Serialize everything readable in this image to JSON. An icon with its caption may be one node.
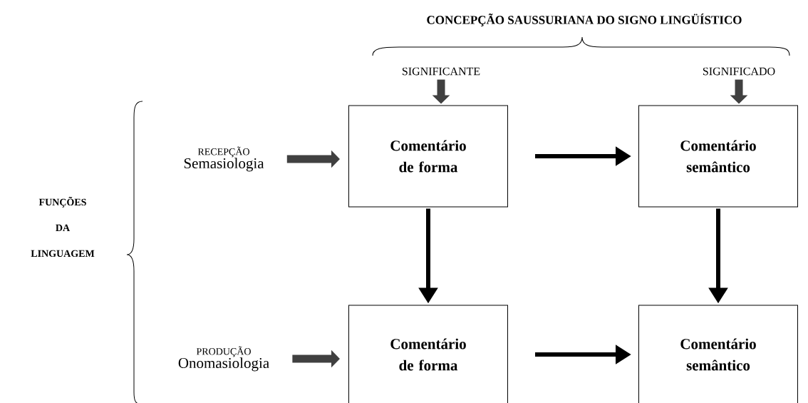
{
  "diagram": {
    "title": "CONCEPÇÃO SAUSSURIANA DO SIGNO LINGÜÍSTICO",
    "nodes": [
      {
        "text": [
          "SIGNIFICANTE"
        ]
      },
      {
        "text": [
          "SIGNIFICADO"
        ]
      },
      {
        "text": [
          "RECEPÇÃO",
          "Semasiologia"
        ]
      },
      {
        "text": [
          "PRODUÇÃO",
          "Onomasiologia"
        ]
      },
      {
        "text": [
          "Comentário de forma"
        ]
      },
      {
        "text": [
          "Comentário semântico"
        ]
      },
      {
        "text": [
          "Comentário de forma"
        ]
      },
      {
        "text": [
          "Comentário semântico"
        ]
      }
    ],
    "edges": [
      {
        "from": 0,
        "to": 4,
        "arrow": "to",
        "style": "thick",
        "color": "#404040"
      },
      {
        "from": 1,
        "to": 5,
        "arrow": "to",
        "style": "thick",
        "color": "#404040"
      },
      {
        "from": 2,
        "to": 4,
        "arrow": "to",
        "style": "thick",
        "color": "#404040"
      },
      {
        "from": 3,
        "to": 6,
        "arrow": "to",
        "style": "thick",
        "color": "#404040"
      },
      {
        "from": 4,
        "to": 5,
        "arrow": "to"
      },
      {
        "from": 6,
        "to": 7,
        "arrow": "to"
      },
      {
        "from": 4,
        "to": 6,
        "arrow": "to"
      },
      {
        "from": 5,
        "to": 7,
        "arrow": "to"
      }
    ],
    "labels": [
      "FUNÇÕES DA LINGUAGEM"
    ]
  }
}
